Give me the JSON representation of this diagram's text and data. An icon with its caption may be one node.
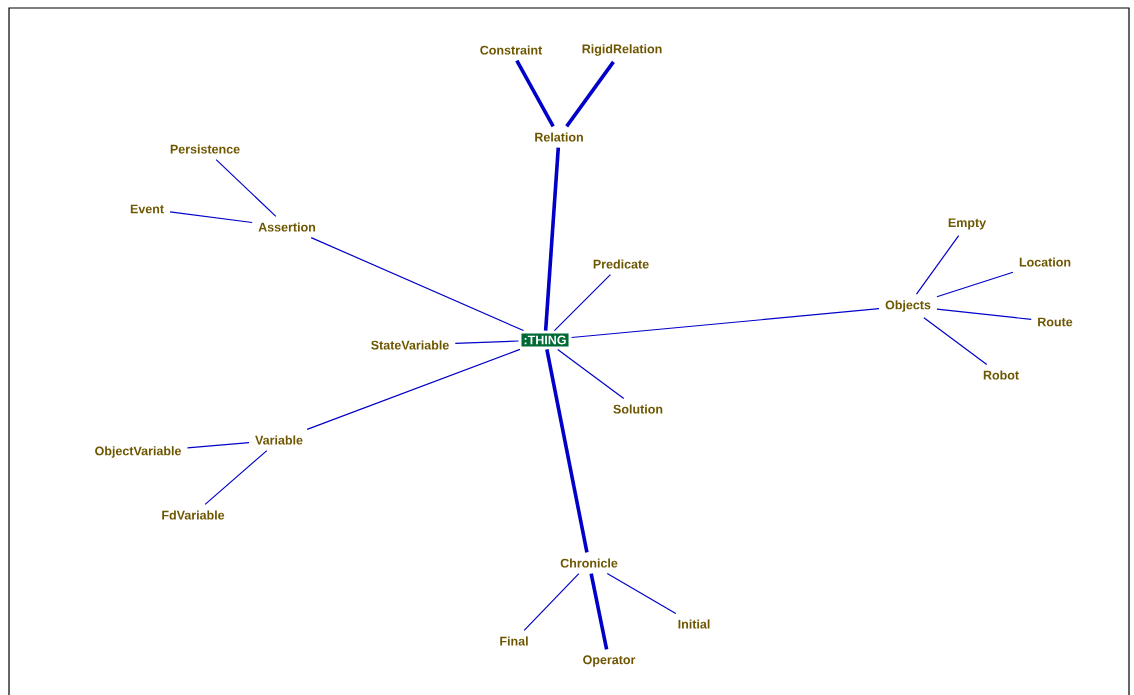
{
  "diagram": {
    "nodes": [
      {
        "text": [
          ":THING"
        ]
      },
      {
        "text": [
          "Constraint"
        ]
      },
      {
        "text": [
          "RigidRelation"
        ]
      },
      {
        "text": [
          "Relation"
        ]
      },
      {
        "text": [
          "Persistence"
        ]
      },
      {
        "text": [
          "Event"
        ]
      },
      {
        "text": [
          "Assertion"
        ]
      },
      {
        "text": [
          "Empty"
        ]
      },
      {
        "text": [
          "Predicate"
        ]
      },
      {
        "text": [
          "Location"
        ]
      },
      {
        "text": [
          "Objects"
        ]
      },
      {
        "text": [
          "Route"
        ]
      },
      {
        "text": [
          "StateVariable"
        ]
      },
      {
        "text": [
          "Robot"
        ]
      },
      {
        "text": [
          "Solution"
        ]
      },
      {
        "text": [
          "Variable"
        ]
      },
      {
        "text": [
          "ObjectVariable"
        ]
      },
      {
        "text": [
          "FdVariable"
        ]
      },
      {
        "text": [
          "Chronicle"
        ]
      },
      {
        "text": [
          "Initial"
        ]
      },
      {
        "text": [
          "Final"
        ]
      },
      {
        "text": [
          "Operator"
        ]
      }
    ],
    "edges": [
      {
        "from": 0,
        "to": 3,
        "arrow": "none",
        "style": "thick"
      },
      {
        "from": 3,
        "to": 1,
        "arrow": "none",
        "style": "thick"
      },
      {
        "from": 3,
        "to": 2,
        "arrow": "none",
        "style": "thick"
      },
      {
        "from": 0,
        "to": 6,
        "arrow": "none"
      },
      {
        "from": 6,
        "to": 4,
        "arrow": "none"
      },
      {
        "from": 6,
        "to": 5,
        "arrow": "none"
      },
      {
        "from": 0,
        "to": 8,
        "arrow": "none"
      },
      {
        "from": 0,
        "to": 10,
        "arrow": "none"
      },
      {
        "from": 10,
        "to": 7,
        "arrow": "none"
      },
      {
        "from": 10,
        "to": 9,
        "arrow": "none"
      },
      {
        "from": 10,
        "to": 11,
        "arrow": "none"
      },
      {
        "from": 10,
        "to": 13,
        "arrow": "none"
      },
      {
        "from": 0,
        "to": 12,
        "arrow": "none"
      },
      {
        "from": 0,
        "to": 14,
        "arrow": "none"
      },
      {
        "from": 0,
        "to": 15,
        "arrow": "none"
      },
      {
        "from": 15,
        "to": 16,
        "arrow": "none"
      },
      {
        "from": 15,
        "to": 17,
        "arrow": "none"
      },
      {
        "from": 0,
        "to": 18,
        "arrow": "none",
        "style": "thick"
      },
      {
        "from": 18,
        "to": 20,
        "arrow": "none"
      },
      {
        "from": 18,
        "to": 21,
        "arrow": "none",
        "style": "thick"
      },
      {
        "from": 18,
        "to": 19,
        "arrow": "none"
      }
    ]
  }
}
